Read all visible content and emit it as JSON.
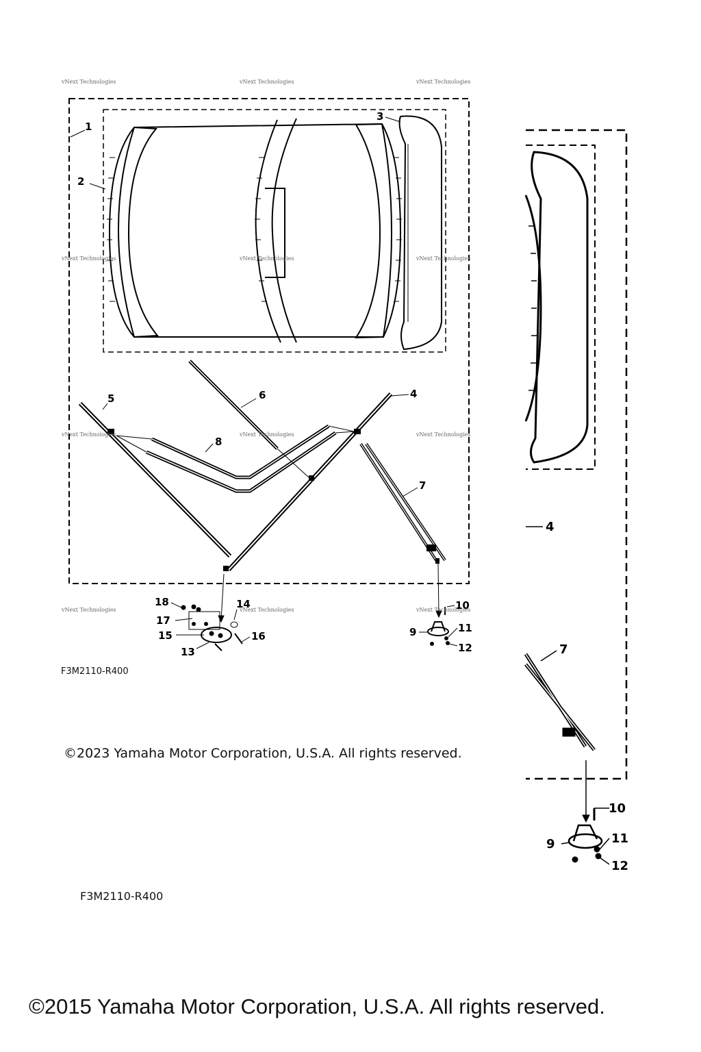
{
  "callouts": {
    "c1": "1",
    "c2": "2",
    "c3": "3",
    "c4": "4",
    "c5": "5",
    "c6": "6",
    "c7": "7",
    "c8": "8",
    "c9": "9",
    "c10": "10",
    "c11": "11",
    "c12": "12",
    "c13": "13",
    "c14": "14",
    "c15": "15",
    "c16": "16",
    "c17": "17",
    "c18": "18"
  },
  "inset_callouts": {
    "c4": "4",
    "c7": "7",
    "c9": "9",
    "c10": "10",
    "c11": "11",
    "c12": "12"
  },
  "watermark_text": "vNext Technologies",
  "figure_code_small": "F3M2110-R400",
  "figure_code_large": "F3M2110-R400",
  "copyright_2023": "©2023 Yamaha Motor Corporation, U.S.A. All rights reserved.",
  "copyright_2015": "©2015 Yamaha Motor Corporation, U.S.A. All rights reserved."
}
